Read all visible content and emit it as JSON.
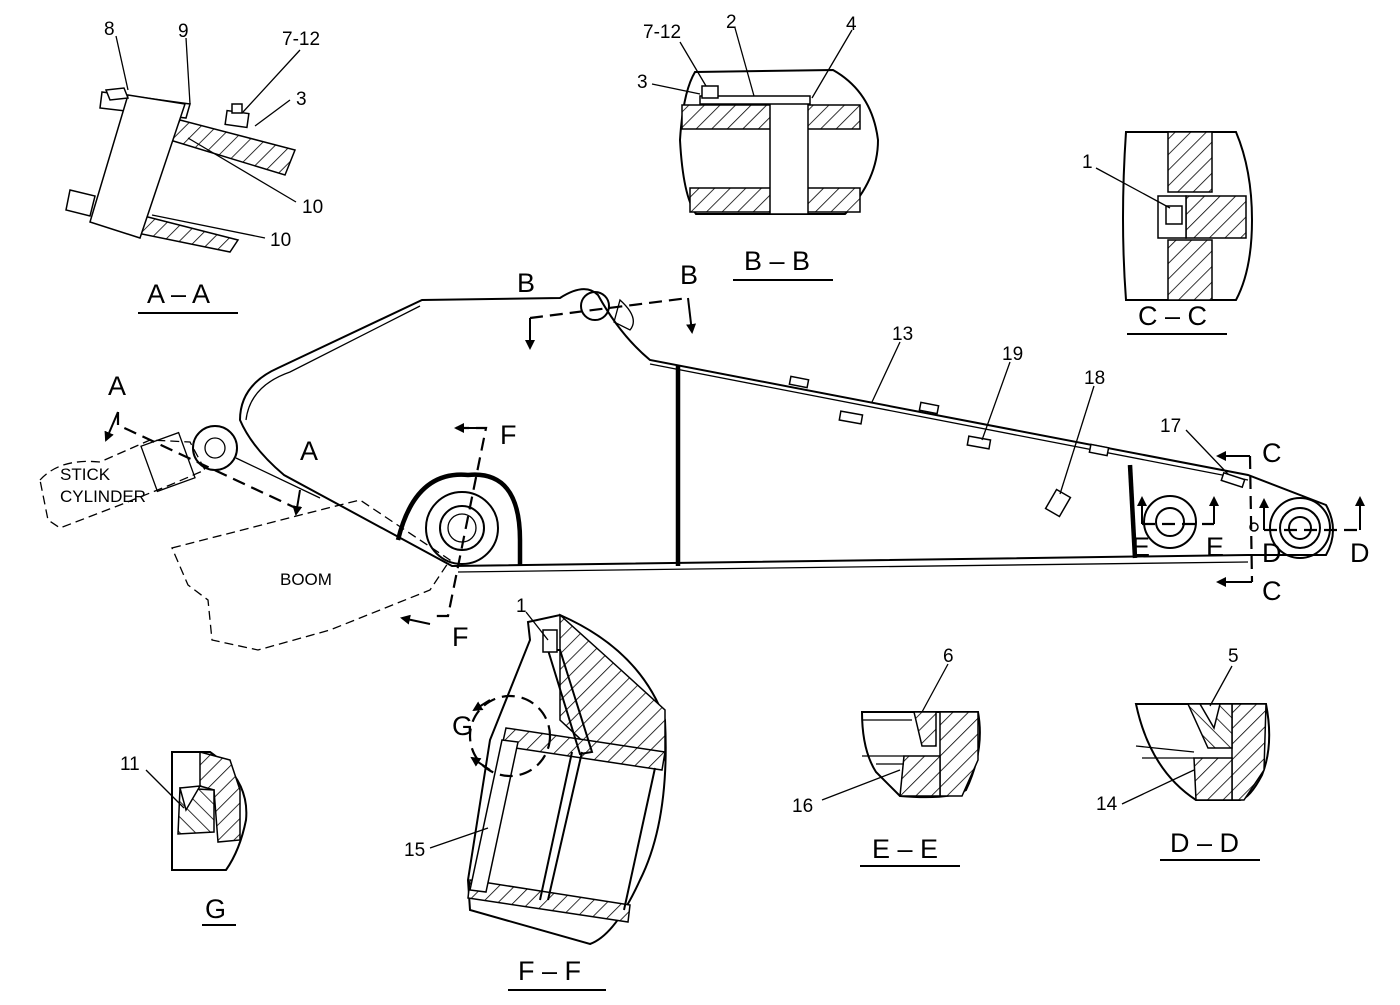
{
  "section_titles": {
    "aa": "A – A",
    "bb": "B – B",
    "cc": "C – C",
    "dd": "D – D",
    "ee": "E – E",
    "ff": "F – F",
    "g": "G"
  },
  "section_letters": {
    "a": "A",
    "b": "B",
    "c": "C",
    "d": "D",
    "e": "E",
    "f": "F",
    "g": "G"
  },
  "phantom_labels": {
    "stick_cylinder_line1": "STICK",
    "stick_cylinder_line2": "CYLINDER",
    "boom": "BOOM"
  },
  "callouts": {
    "aa": [
      "8",
      "9",
      "7-12",
      "3",
      "10",
      "10"
    ],
    "bb": [
      "7-12",
      "3",
      "2",
      "4"
    ],
    "cc": [
      "1"
    ],
    "main": [
      "13",
      "19",
      "18",
      "17"
    ],
    "ff": [
      "1",
      "15"
    ],
    "ee": [
      "6",
      "16"
    ],
    "dd": [
      "5",
      "14"
    ],
    "g": [
      "11"
    ]
  }
}
